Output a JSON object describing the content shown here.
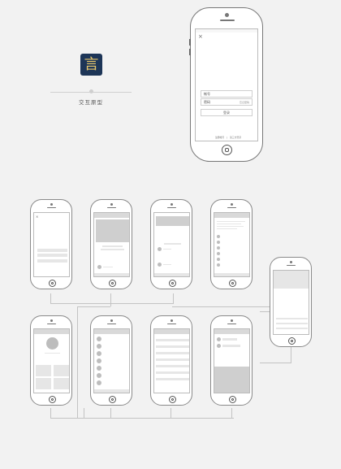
{
  "brand": {
    "logo_char": "言",
    "subtitle": "交互原型"
  },
  "login": {
    "close_symbol": "×",
    "field_phone": "帐号",
    "field_password": "密码",
    "forgot_label": "忘记密码",
    "submit_label": "登录",
    "footer_left": "注册帐号",
    "footer_right": "第三方登录"
  },
  "palette": {
    "background": "#f2f2f2",
    "logo_bg": "#1d3557",
    "logo_fg": "#e8c76b",
    "outline": "#8a8a8a"
  }
}
